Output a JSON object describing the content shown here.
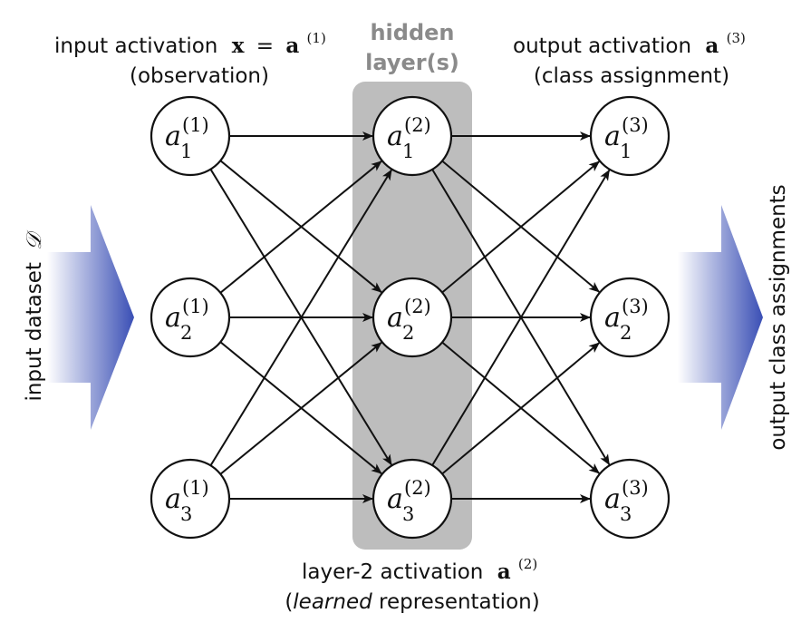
{
  "labels": {
    "input_title": "input activation",
    "input_title_x": "x",
    "input_title_eq": "=",
    "input_title_a": "a",
    "input_title_sup": "(1)",
    "input_subtitle": "(observation)",
    "hidden_line1": "hidden",
    "hidden_line2": "layer(s)",
    "output_title": "output activation",
    "output_title_a": "a",
    "output_title_sup": "(3)",
    "output_subtitle": "(class assignment)",
    "bottom_title": "layer-2 activation",
    "bottom_title_a": "a",
    "bottom_title_sup": "(2)",
    "bottom_paren_open": "(",
    "bottom_learned": "learned",
    "bottom_rest": " representation)",
    "left_arrow_text": "input dataset",
    "left_arrow_symbol": "𝒟",
    "right_arrow_text": "output class assignments"
  },
  "network": {
    "layers": [
      {
        "index": 1,
        "nodes": [
          {
            "sym": "a",
            "sub": "1",
            "sup": "(1)"
          },
          {
            "sym": "a",
            "sub": "2",
            "sup": "(1)"
          },
          {
            "sym": "a",
            "sub": "3",
            "sup": "(1)"
          }
        ]
      },
      {
        "index": 2,
        "nodes": [
          {
            "sym": "a",
            "sub": "1",
            "sup": "(2)"
          },
          {
            "sym": "a",
            "sub": "2",
            "sup": "(2)"
          },
          {
            "sym": "a",
            "sub": "3",
            "sup": "(2)"
          }
        ]
      },
      {
        "index": 3,
        "nodes": [
          {
            "sym": "a",
            "sub": "1",
            "sup": "(3)"
          },
          {
            "sym": "a",
            "sub": "2",
            "sup": "(3)"
          },
          {
            "sym": "a",
            "sub": "3",
            "sup": "(3)"
          }
        ]
      }
    ],
    "connectivity": "fully-connected"
  },
  "colors": {
    "hidden_box": "#bdbdbd",
    "hidden_text": "#8a8a8a",
    "arrow_blue": "#3a4fb5",
    "line": "#111111"
  }
}
